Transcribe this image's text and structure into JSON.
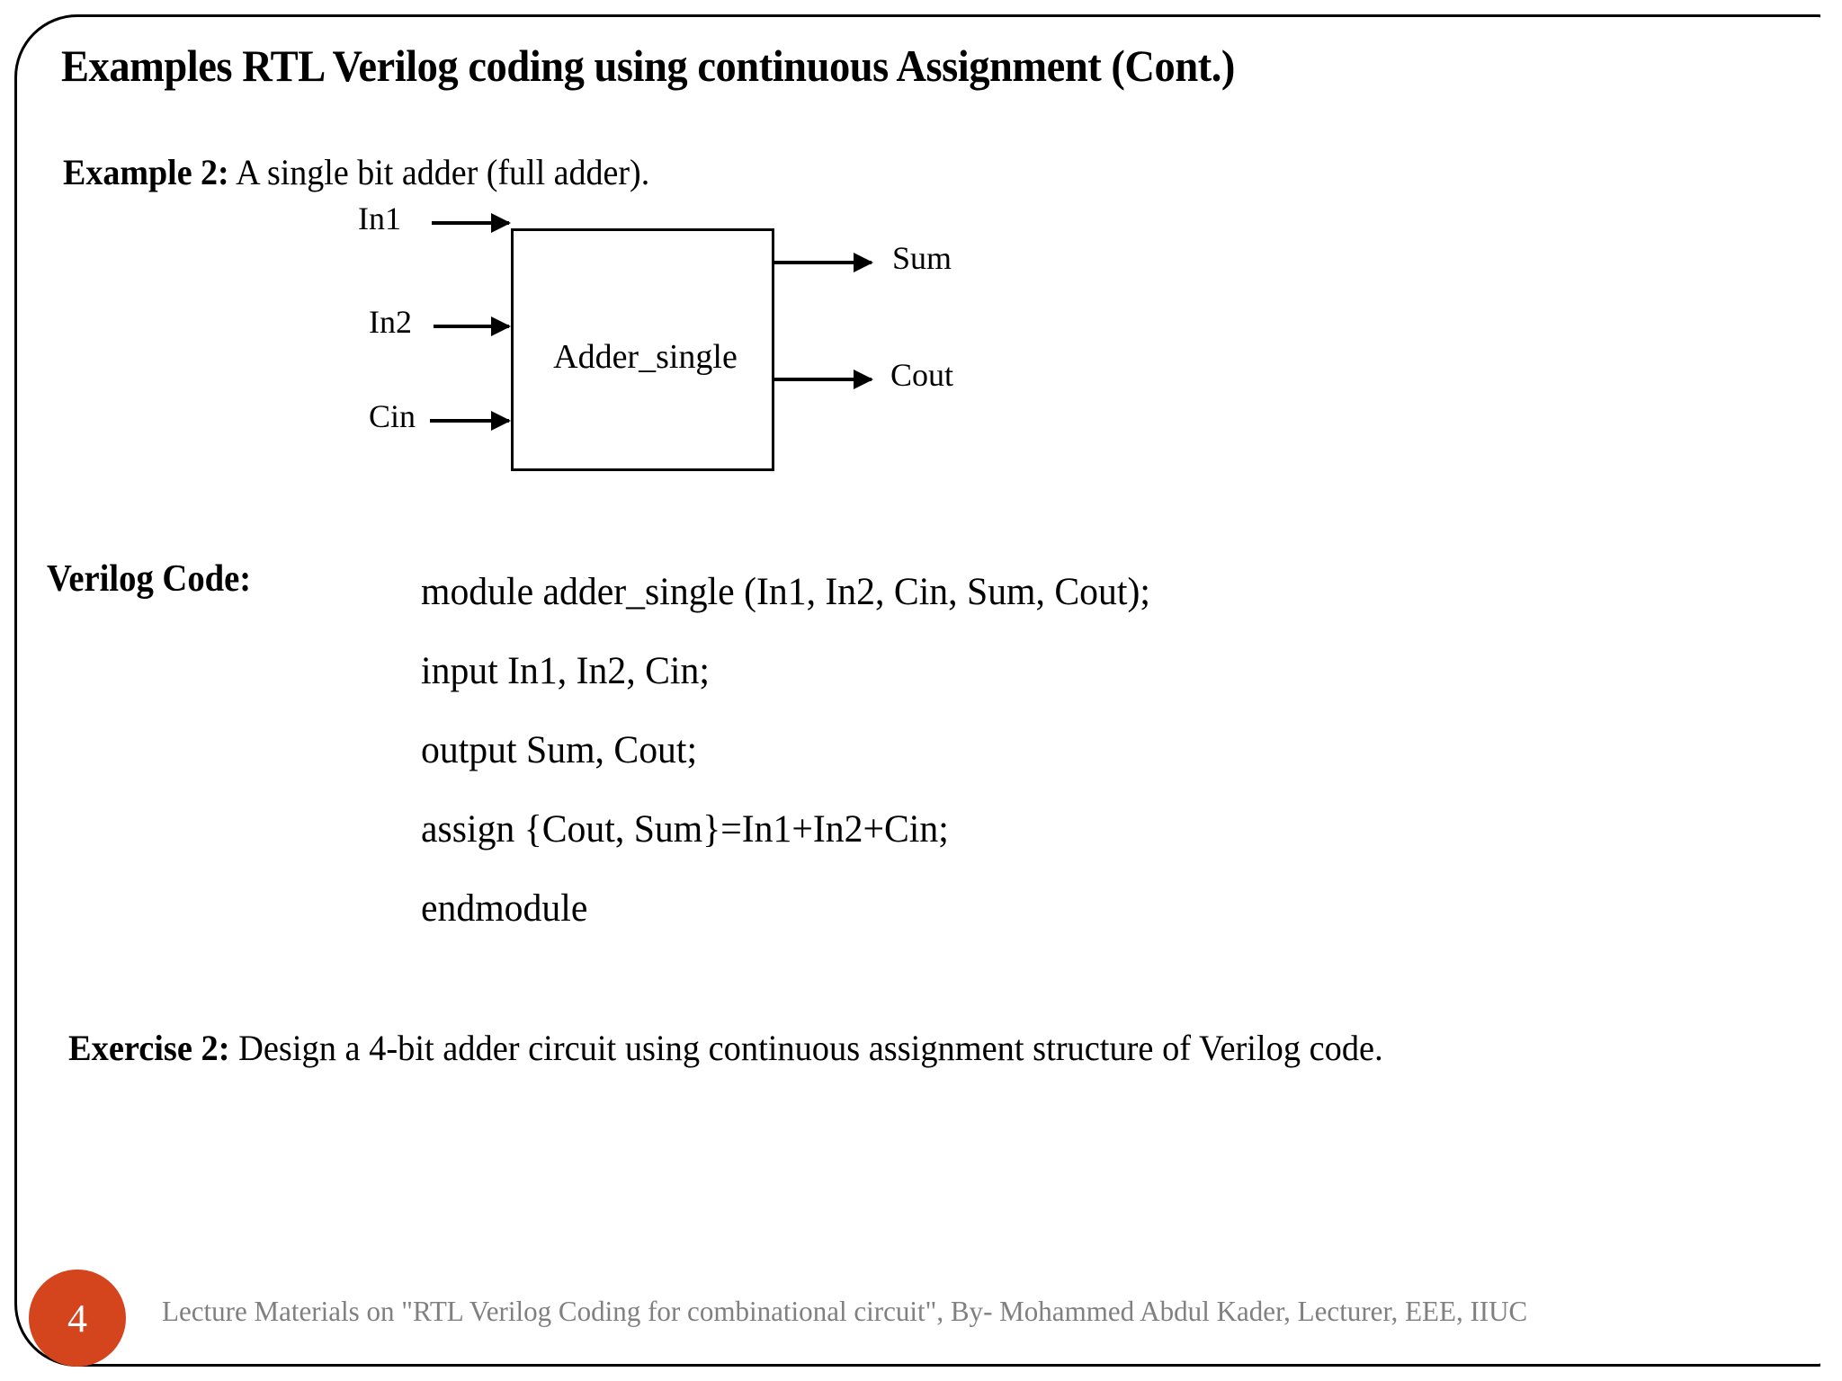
{
  "slide": {
    "title": "Examples RTL Verilog coding using continuous Assignment (Cont.)",
    "example": {
      "lead": "Example 2:",
      "text": " A single bit adder (full adder)."
    },
    "diagram": {
      "block_label": "Adder_single",
      "inputs": [
        "In1",
        "In2",
        "Cin"
      ],
      "outputs": [
        "Sum",
        "Cout"
      ]
    },
    "verilog_label": "Verilog Code:",
    "code_lines": [
      "module adder_single (In1, In2, Cin, Sum, Cout);",
      "input In1, In2, Cin;",
      "output Sum, Cout;",
      "assign {Cout, Sum}=In1+In2+Cin;",
      "endmodule"
    ],
    "exercise": {
      "lead": "Exercise 2:",
      "text": " Design a 4-bit adder circuit using continuous assignment structure of Verilog code."
    },
    "footer": {
      "page_number": "4",
      "text": "Lecture Materials on \"RTL Verilog Coding for combinational circuit\", By- Mohammed Abdul Kader, Lecturer, EEE, IIUC"
    },
    "colors": {
      "badge": "#d4451e",
      "footer_text": "#808080",
      "ink": "#000000"
    }
  }
}
